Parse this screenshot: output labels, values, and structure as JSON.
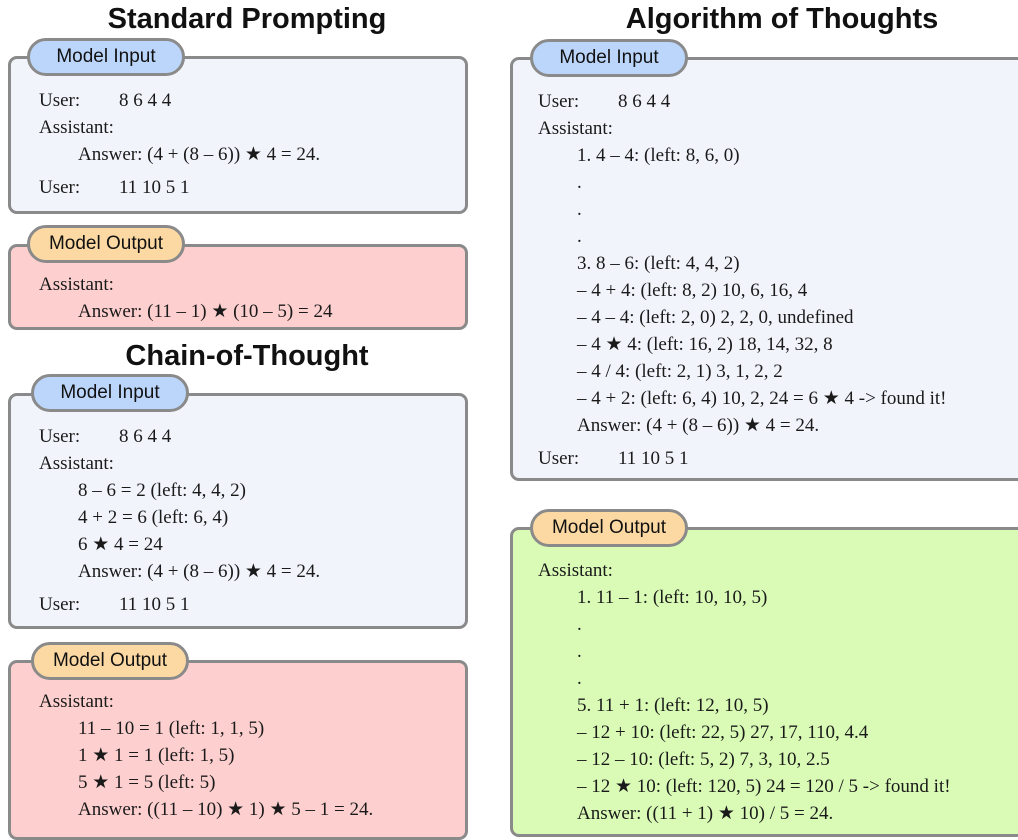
{
  "titles": {
    "standard": "Standard Prompting",
    "cot": "Chain-of-Thought",
    "aot": "Algorithm of Thoughts"
  },
  "labels": {
    "input": "Model Input",
    "output": "Model Output",
    "user": "User:",
    "assistant": "Assistant:"
  },
  "standard": {
    "input": {
      "user_query": "8 6 4 4",
      "answer": "Answer: (4 + (8 – 6)) ★ 4 = 24.",
      "user_query_2": "11 10 5 1"
    },
    "output": {
      "answer": "Answer: (11 – 1) ★ (10 – 5) = 24"
    }
  },
  "cot": {
    "input": {
      "user_query": "8 6 4 4",
      "steps": [
        "8 – 6 = 2 (left: 4, 4, 2)",
        "4 + 2 = 6 (left: 6, 4)",
        "6 ★ 4 = 24",
        "Answer: (4 + (8 – 6)) ★ 4 = 24."
      ],
      "user_query_2": "11 10 5 1"
    },
    "output": {
      "steps": [
        "11 – 10 = 1 (left: 1, 1, 5)",
        "1 ★ 1 = 1 (left: 1, 5)",
        "5 ★ 1 = 5 (left: 5)",
        "Answer: ((11 – 10) ★ 1) ★ 5 – 1 = 24."
      ]
    }
  },
  "aot": {
    "input": {
      "user_query": "8 6 4 4",
      "steps": [
        "1. 4 – 4: (left: 8, 6, 0)",
        ".",
        ".",
        ".",
        "3. 8 – 6: (left: 4, 4, 2)",
        "– 4 + 4: (left: 8, 2) 10, 6, 16, 4",
        "– 4 – 4: (left: 2, 0) 2, 2, 0, undefined",
        "– 4 ★ 4: (left: 16, 2) 18, 14, 32, 8",
        "– 4 / 4: (left: 2, 1) 3, 1, 2, 2",
        "– 4 + 2: (left: 6, 4) 10, 2, 24 = 6 ★ 4 -> found it!",
        "Answer: (4 + (8 – 6)) ★ 4 = 24."
      ],
      "user_query_2": "11 10 5 1"
    },
    "output": {
      "steps": [
        "1. 11 – 1: (left: 10, 10, 5)",
        ".",
        ".",
        ".",
        "5. 11 + 1: (left: 12, 10, 5)",
        "– 12 + 10: (left: 22, 5) 27, 17, 110, 4.4",
        "– 12 – 10: (left: 5, 2) 7, 3, 10, 2.5",
        "– 12 ★ 10: (left: 120, 5) 24 = 120 / 5 -> found it!",
        "Answer: ((11 + 1) ★ 10) / 5 = 24."
      ]
    }
  }
}
